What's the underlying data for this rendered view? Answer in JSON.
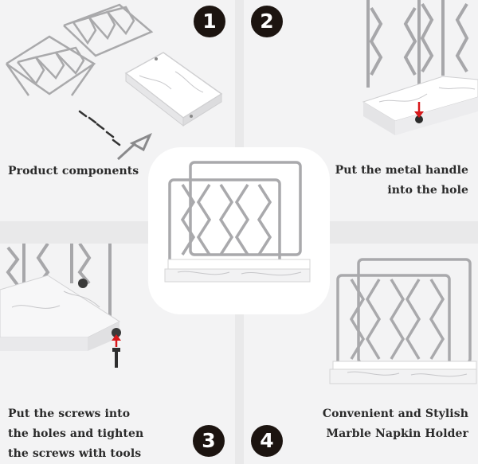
{
  "steps": [
    {
      "number": "1",
      "caption": "Product components"
    },
    {
      "number": "2",
      "caption_lines": [
        "Put the metal handle",
        "into the hole"
      ]
    },
    {
      "number": "3",
      "caption_lines": [
        "Put the screws into",
        "the holes and tighten",
        "the screws with tools"
      ]
    },
    {
      "number": "4",
      "caption_lines": [
        "Convenient and Stylish",
        "Marble Napkin Holder"
      ]
    }
  ]
}
